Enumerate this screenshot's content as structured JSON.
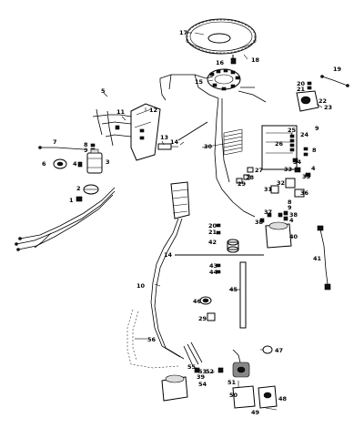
{
  "callouts": [
    {
      "id": "c1",
      "text": "1"
    },
    {
      "id": "c2",
      "text": "2"
    },
    {
      "id": "c3",
      "text": "3"
    },
    {
      "id": "c4",
      "text": "4"
    },
    {
      "id": "c4b",
      "text": "4"
    },
    {
      "id": "c4c",
      "text": "4"
    },
    {
      "id": "c5",
      "text": "5"
    },
    {
      "id": "c6",
      "text": "6"
    },
    {
      "id": "c7",
      "text": "7"
    },
    {
      "id": "c8",
      "text": "8"
    },
    {
      "id": "c8b",
      "text": "8"
    },
    {
      "id": "c8c",
      "text": "8"
    },
    {
      "id": "c9",
      "text": "9"
    },
    {
      "id": "c9b",
      "text": "9"
    },
    {
      "id": "c9c",
      "text": "9"
    },
    {
      "id": "c10",
      "text": "10"
    },
    {
      "id": "c11",
      "text": "11"
    },
    {
      "id": "c12",
      "text": "12"
    },
    {
      "id": "c13",
      "text": "13"
    },
    {
      "id": "c14",
      "text": "14"
    },
    {
      "id": "c14b",
      "text": "14"
    },
    {
      "id": "c15",
      "text": "15"
    },
    {
      "id": "c16",
      "text": "16"
    },
    {
      "id": "c17",
      "text": "17"
    },
    {
      "id": "c18",
      "text": "18"
    },
    {
      "id": "c19",
      "text": "19"
    },
    {
      "id": "c20",
      "text": "20"
    },
    {
      "id": "c20b",
      "text": "20"
    },
    {
      "id": "c21",
      "text": "21"
    },
    {
      "id": "c21b",
      "text": "21"
    },
    {
      "id": "c22",
      "text": "22"
    },
    {
      "id": "c23",
      "text": "23"
    },
    {
      "id": "c24",
      "text": "24"
    },
    {
      "id": "c25",
      "text": "25"
    },
    {
      "id": "c26",
      "text": "26"
    },
    {
      "id": "c27",
      "text": "27"
    },
    {
      "id": "c28",
      "text": "28"
    },
    {
      "id": "c29",
      "text": "29"
    },
    {
      "id": "c29b",
      "text": "29"
    },
    {
      "id": "c30",
      "text": "30"
    },
    {
      "id": "c31",
      "text": "31"
    },
    {
      "id": "c32",
      "text": "32"
    },
    {
      "id": "c33",
      "text": "33"
    },
    {
      "id": "c34",
      "text": "34"
    },
    {
      "id": "c35",
      "text": "35"
    },
    {
      "id": "c36",
      "text": "36"
    },
    {
      "id": "c37",
      "text": "37"
    },
    {
      "id": "c38",
      "text": "38"
    },
    {
      "id": "c38b",
      "text": "38"
    },
    {
      "id": "c39",
      "text": "39"
    },
    {
      "id": "c40",
      "text": "40"
    },
    {
      "id": "c41",
      "text": "41"
    },
    {
      "id": "c42",
      "text": "42"
    },
    {
      "id": "c43",
      "text": "43"
    },
    {
      "id": "c44",
      "text": "44"
    },
    {
      "id": "c45",
      "text": "45"
    },
    {
      "id": "c46",
      "text": "46"
    },
    {
      "id": "c47",
      "text": "47"
    },
    {
      "id": "c48",
      "text": "48"
    },
    {
      "id": "c49",
      "text": "49"
    },
    {
      "id": "c50",
      "text": "50"
    },
    {
      "id": "c51",
      "text": "51"
    },
    {
      "id": "c52",
      "text": "52"
    },
    {
      "id": "c53",
      "text": "53"
    },
    {
      "id": "c54",
      "text": "54"
    },
    {
      "id": "c55",
      "text": "55"
    },
    {
      "id": "c56",
      "text": "56"
    }
  ]
}
